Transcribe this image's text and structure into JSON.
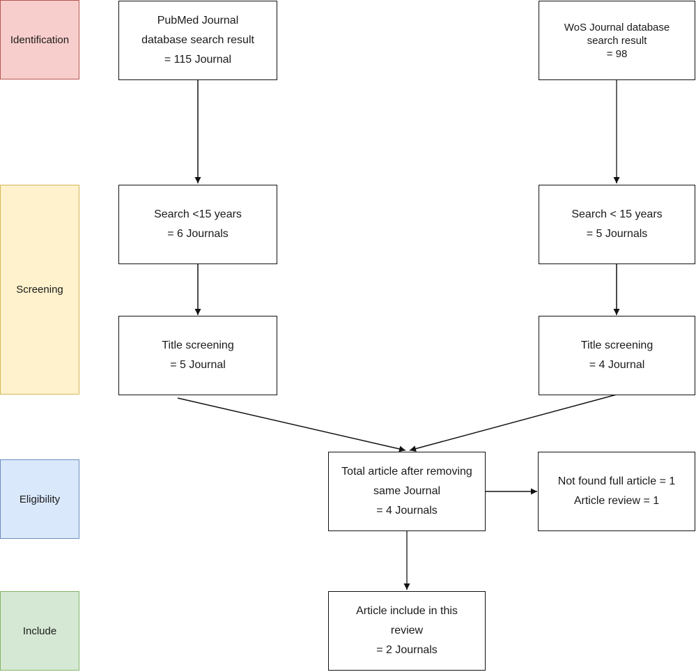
{
  "phases": {
    "identification": {
      "label": "Identification",
      "fill": "#f8cecc",
      "border": "#b85450"
    },
    "screening": {
      "label": "Screening",
      "fill": "#fff2cc",
      "border": "#d6b656"
    },
    "eligibility": {
      "label": "Eligibility",
      "fill": "#dae8fc",
      "border": "#6c8ebf"
    },
    "include": {
      "label": "Include",
      "fill": "#d5e8d4",
      "border": "#82b366"
    }
  },
  "boxes": {
    "pubmed_search": {
      "lines": [
        "PubMed Journal",
        "database search result",
        "= 115 Journal"
      ]
    },
    "wos_search": {
      "lines": [
        "WoS Journal database",
        "search result",
        "= 98"
      ]
    },
    "pubmed_years": {
      "lines": [
        "Search <15 years",
        "= 6 Journals"
      ]
    },
    "wos_years": {
      "lines": [
        "Search < 15 years",
        "= 5 Journals"
      ]
    },
    "pubmed_title": {
      "lines": [
        "Title screening",
        "= 5 Journal"
      ]
    },
    "wos_title": {
      "lines": [
        "Title screening",
        "= 4 Journal"
      ]
    },
    "total_after_dedup": {
      "lines": [
        "Total article after removing",
        "same Journal",
        "= 4 Journals"
      ]
    },
    "excluded": {
      "lines": [
        "Not found full article = 1",
        "Article review = 1"
      ]
    },
    "included": {
      "lines": [
        "Article include in this",
        "review",
        "= 2 Journals"
      ]
    }
  }
}
